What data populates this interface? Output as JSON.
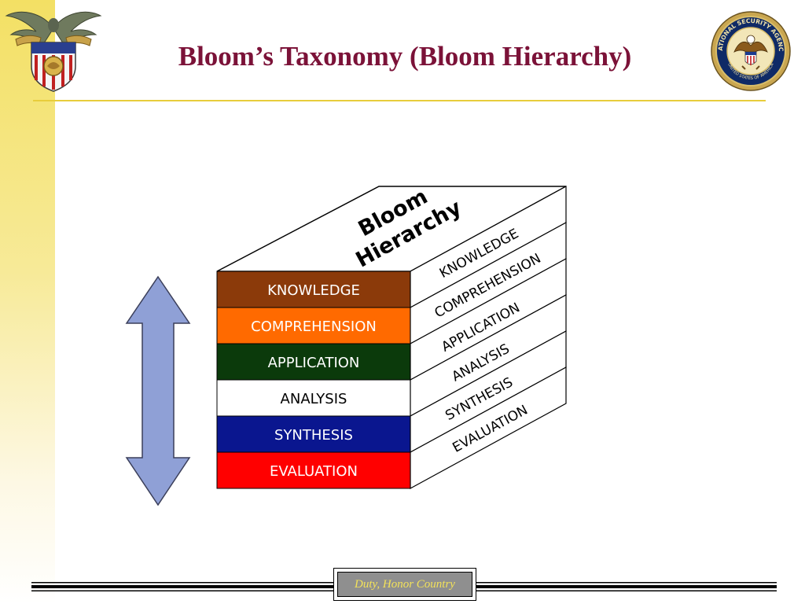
{
  "slide": {
    "title": "Bloom’s Taxonomy (Bloom Hierarchy)",
    "footer_text": "Duty, Honor Country"
  },
  "logos": {
    "left_crest": "west-point-crest-icon",
    "right_seal": "nsa-seal-icon",
    "seal_ring_text": "NATIONAL SECURITY AGENCY",
    "seal_bottom_text": "UNITED STATES OF AMERICA"
  },
  "diagram": {
    "top_label_line1": "Bloom",
    "top_label_line2": "Hierarchy",
    "arrow_icon": "double-headed-vertical-arrow-icon",
    "arrow_color": "#8fa0d6",
    "levels": [
      {
        "label": "KNOWLEDGE",
        "fill": "#8b3a0a",
        "text_color": "#ffffff"
      },
      {
        "label": "COMPREHENSION",
        "fill": "#ff6a00",
        "text_color": "#ffffff"
      },
      {
        "label": "APPLICATION",
        "fill": "#0b3a0b",
        "text_color": "#ffffff"
      },
      {
        "label": "ANALYSIS",
        "fill": "#ffffff",
        "text_color": "#000000"
      },
      {
        "label": "SYNTHESIS",
        "fill": "#0a168f",
        "text_color": "#ffffff"
      },
      {
        "label": "EVALUATION",
        "fill": "#ff0000",
        "text_color": "#ffffff"
      }
    ]
  },
  "colors": {
    "title": "#7b1238",
    "rule": "#e8cd3c",
    "footer_text": "#f3e25a",
    "footer_fill": "#8f8f8f"
  }
}
